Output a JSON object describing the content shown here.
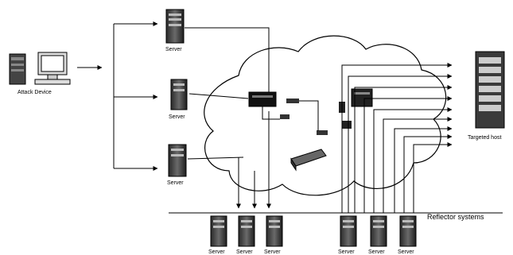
{
  "labels": {
    "attack_device": "Attack Device",
    "server_top": "Server",
    "server_mid": "Server",
    "server_low": "Server",
    "targeted_host": "Targeted host",
    "reflector_systems": "Reflector systems",
    "reflector_servers": [
      "Server",
      "Server",
      "Server",
      "Server",
      "Server",
      "Server"
    ]
  }
}
